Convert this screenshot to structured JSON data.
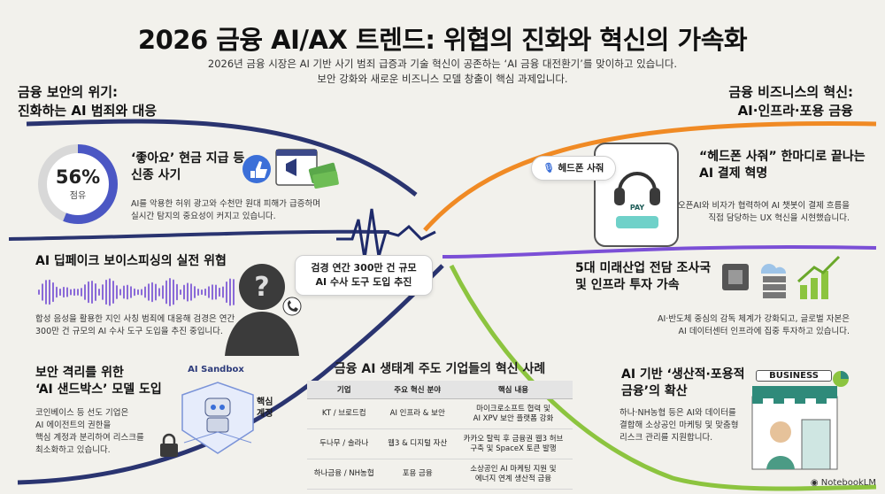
{
  "header": {
    "title": "2026 금융 AI/AX 트렌드: 위협의 진화와 혁신의 가속화",
    "subtitle_line1": "2026년 금융 시장은 AI 기반 사기 범죄 급증과 기술 혁신이 공존하는 ‘AI 금융 대전환기’를 맞이하고 있습니다.",
    "subtitle_line2": "보안 강화와 새로운 비즈니스 모델 창출이 핵심 과제입니다."
  },
  "left_section": {
    "heading_line1": "금융 보안의 위기:",
    "heading_line2": "진화하는 AI 범죄와 대응"
  },
  "right_section": {
    "heading_line1": "금융 비즈니스의 혁신:",
    "heading_line2": "AI·인프라·포용 금융"
  },
  "fraud_card": {
    "stat_value": "56%",
    "stat_label": "점유",
    "stat_fraction": 0.56,
    "title_line1": "‘좋아요’ 현금 지급 등",
    "title_line2": "신종 사기",
    "body_line1": "AI를 악용한 허위 광고와 수천만 원대 피해가 급증하며",
    "body_line2": "실시간 탐지의 중요성이 커지고 있습니다."
  },
  "deepfake_card": {
    "title": "AI 딥페이크 보이스피싱의 실전 위협",
    "badge_line1": "검경 연간 300만 건 규모",
    "badge_line2": "AI 수사 도구 도입 추진",
    "body_line1": "합성 음성을 활용한 지인 사칭 범죄에 대응해 검경은 연간",
    "body_line2": "300만 건 규모의 AI 수사 도구 도입을 추진 중입니다."
  },
  "sandbox_card": {
    "title_line1": "보안 격리를 위한",
    "title_line2": "‘AI 샌드박스’ 모델 도입",
    "sandbox_label": "AI Sandbox",
    "core_label_line1": "핵심",
    "core_label_line2": "계정",
    "body_line1": "코인베이스 등 선도 기업은",
    "body_line2": "AI 에이전트의 권한을",
    "body_line3": "핵심 계정과 분리하여 리스크를",
    "body_line4": "최소화하고 있습니다."
  },
  "payment_card": {
    "voice_bubble": "헤드폰 사줘",
    "pay_label": "PAY",
    "title_line1": "“헤드폰 사줘” 한마디로 끝나는",
    "title_line2": "AI 결제 혁명",
    "body_line1": "오픈AI와 비자가 협력하여 AI 챗봇이 결제 흐름을",
    "body_line2": "직접 담당하는 UX 혁신을 시현했습니다."
  },
  "industry_card": {
    "title_line1": "5대 미래산업 전담 조사국",
    "title_line2": "및 인프라 투자 가속",
    "body_line1": "AI·반도체 중심의 감독 체계가 강화되고, 글로벌 자본은",
    "body_line2": "AI 데이터센터 인프라에 집중 투자하고 있습니다."
  },
  "inclusive_card": {
    "title_line1": "AI 기반 ‘생산적·포용적",
    "title_line2": "금융’의 확산",
    "shop_sign": "BUSINESS",
    "body_line1": "하나·NH농협 등은 AI와 데이터를",
    "body_line2": "결합해 소상공인 마케팅 및 맞춤형",
    "body_line3": "리스크 관리를 지원합니다."
  },
  "table": {
    "title": "금융 AI 생태계 주도 기업들의 혁신 사례",
    "headers": [
      "기업",
      "주요 혁신 분야",
      "핵심 내용"
    ],
    "rows": [
      {
        "company": "KT / 브로드컴",
        "area": "AI 인프라 & 보안",
        "content_line1": "마이크로소프트 협력 및",
        "content_line2": "AI XPV 보안 플랫폼 강화"
      },
      {
        "company": "두나무 / 솔라나",
        "area": "웹3 & 디지털 자산",
        "content_line1": "카카오 탈릭 후 금융권 웹3 허브",
        "content_line2": "구축 및 SpaceX 토큰 발행"
      },
      {
        "company": "하나금융 / NH농협",
        "area": "포용 금융",
        "content_line1": "소상공인 AI 마케팅 지원 및",
        "content_line2": "에너지 연계 생산적 금융"
      }
    ]
  },
  "footer": {
    "brand": "NotebookLM"
  },
  "colors": {
    "threat_curve": "#2a3470",
    "innovation_orange": "#f08a24",
    "innovation_purple": "#7b4fd6",
    "innovation_green": "#8cc43f",
    "stat_ring": "#4b57c4"
  }
}
